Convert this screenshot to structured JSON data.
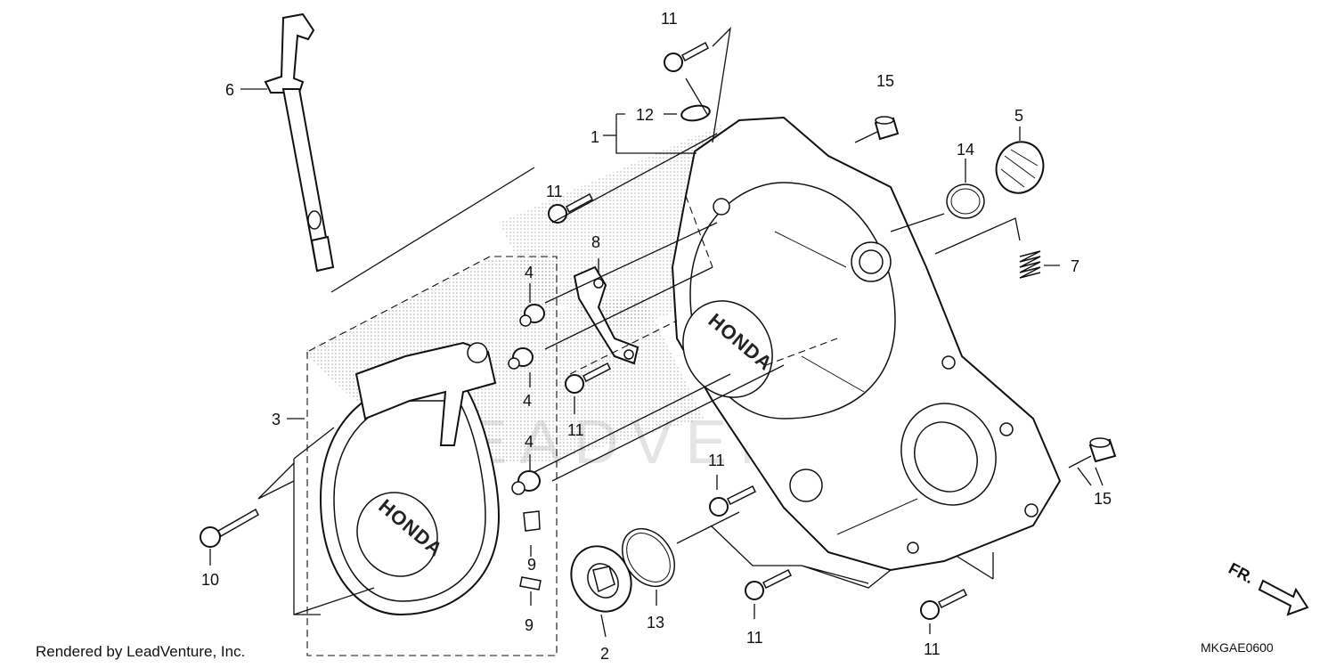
{
  "diagram": {
    "callouts": {
      "p1": "1",
      "p2": "2",
      "p3": "3",
      "p4a": "4",
      "p4b": "4",
      "p4c": "4",
      "p5": "5",
      "p6": "6",
      "p7": "7",
      "p8": "8",
      "p9a": "9",
      "p9b": "9",
      "p10": "10",
      "p11a": "11",
      "p11b": "11",
      "p11c": "11",
      "p11d": "11",
      "p11e": "11",
      "p11f": "11",
      "p12": "12",
      "p13": "13",
      "p14": "14",
      "p15a": "15",
      "p15b": "15"
    },
    "logo_text": "HONDA",
    "direction_label": "FR.",
    "diagram_code": "MKGAE0600",
    "credit": "Rendered by LeadVenture, Inc.",
    "watermark": "LEADVENTURE"
  }
}
